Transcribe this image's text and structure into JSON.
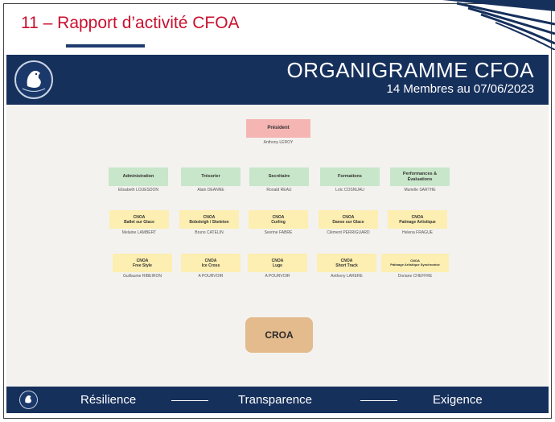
{
  "slide_title": "11 – Rapport d’activité CFOA",
  "banner": {
    "title": "ORGANIGRAMME CFOA",
    "subtitle": "14 Membres au 07/06/2023",
    "logo_icon": "federation-rooster-logo-icon"
  },
  "president": {
    "role": "Président",
    "name": "Anthony LEROY"
  },
  "bureau": [
    {
      "role": "Administration",
      "name": "Elisabeth LOUESDON"
    },
    {
      "role": "Trésorier",
      "name": "Alain DEANNE"
    },
    {
      "role": "Secrétaire",
      "name": "Ronald REAU"
    },
    {
      "role": "Formations",
      "name": "Loïc COSNUAU"
    },
    {
      "role": "Performances & Évaluations",
      "name": "Murielle SARTHE"
    }
  ],
  "cnoa_row1": [
    {
      "title": "CNOA",
      "discipline": "Ballet sur Glace",
      "name": "Melaine LAMBERT"
    },
    {
      "title": "CNOA",
      "discipline": "Bobsleigh / Skeleton",
      "name": "Bruno CATELIN"
    },
    {
      "title": "CNOA",
      "discipline": "Curling",
      "name": "Sevrine FABRE"
    },
    {
      "title": "CNOA",
      "discipline": "Danse sur Glace",
      "name": "Clément PERRIGUARD"
    },
    {
      "title": "CNOA",
      "discipline": "Patinage Artistique",
      "name": "Helena FRAGUE"
    }
  ],
  "cnoa_row2": [
    {
      "title": "CNOA",
      "discipline": "Free Style",
      "name": "Guillaume RIBEIRON"
    },
    {
      "title": "CNOA",
      "discipline": "Ice Cross",
      "name": "A POURVOIR"
    },
    {
      "title": "CNOA",
      "discipline": "Luge",
      "name": "A POURVOIR"
    },
    {
      "title": "CNOA",
      "discipline": "Short Track",
      "name": "Anthony LARERE"
    },
    {
      "title": "CNOA",
      "discipline": "Patinage Artistique Synchronisé",
      "name": "Doriane CHEFFRE"
    }
  ],
  "croa": "CROA",
  "footer": {
    "logo_icon": "federation-rooster-logo-icon",
    "mottos": [
      "Résilience",
      "Transparence",
      "Exigence"
    ]
  },
  "colors": {
    "accent_red": "#c8102e",
    "navy": "#16305c",
    "president_box": "#f5b5b3",
    "bureau_box": "#c8e6c9",
    "cnoa_box": "#fdeeb1",
    "croa_box": "#e4bb8c"
  }
}
